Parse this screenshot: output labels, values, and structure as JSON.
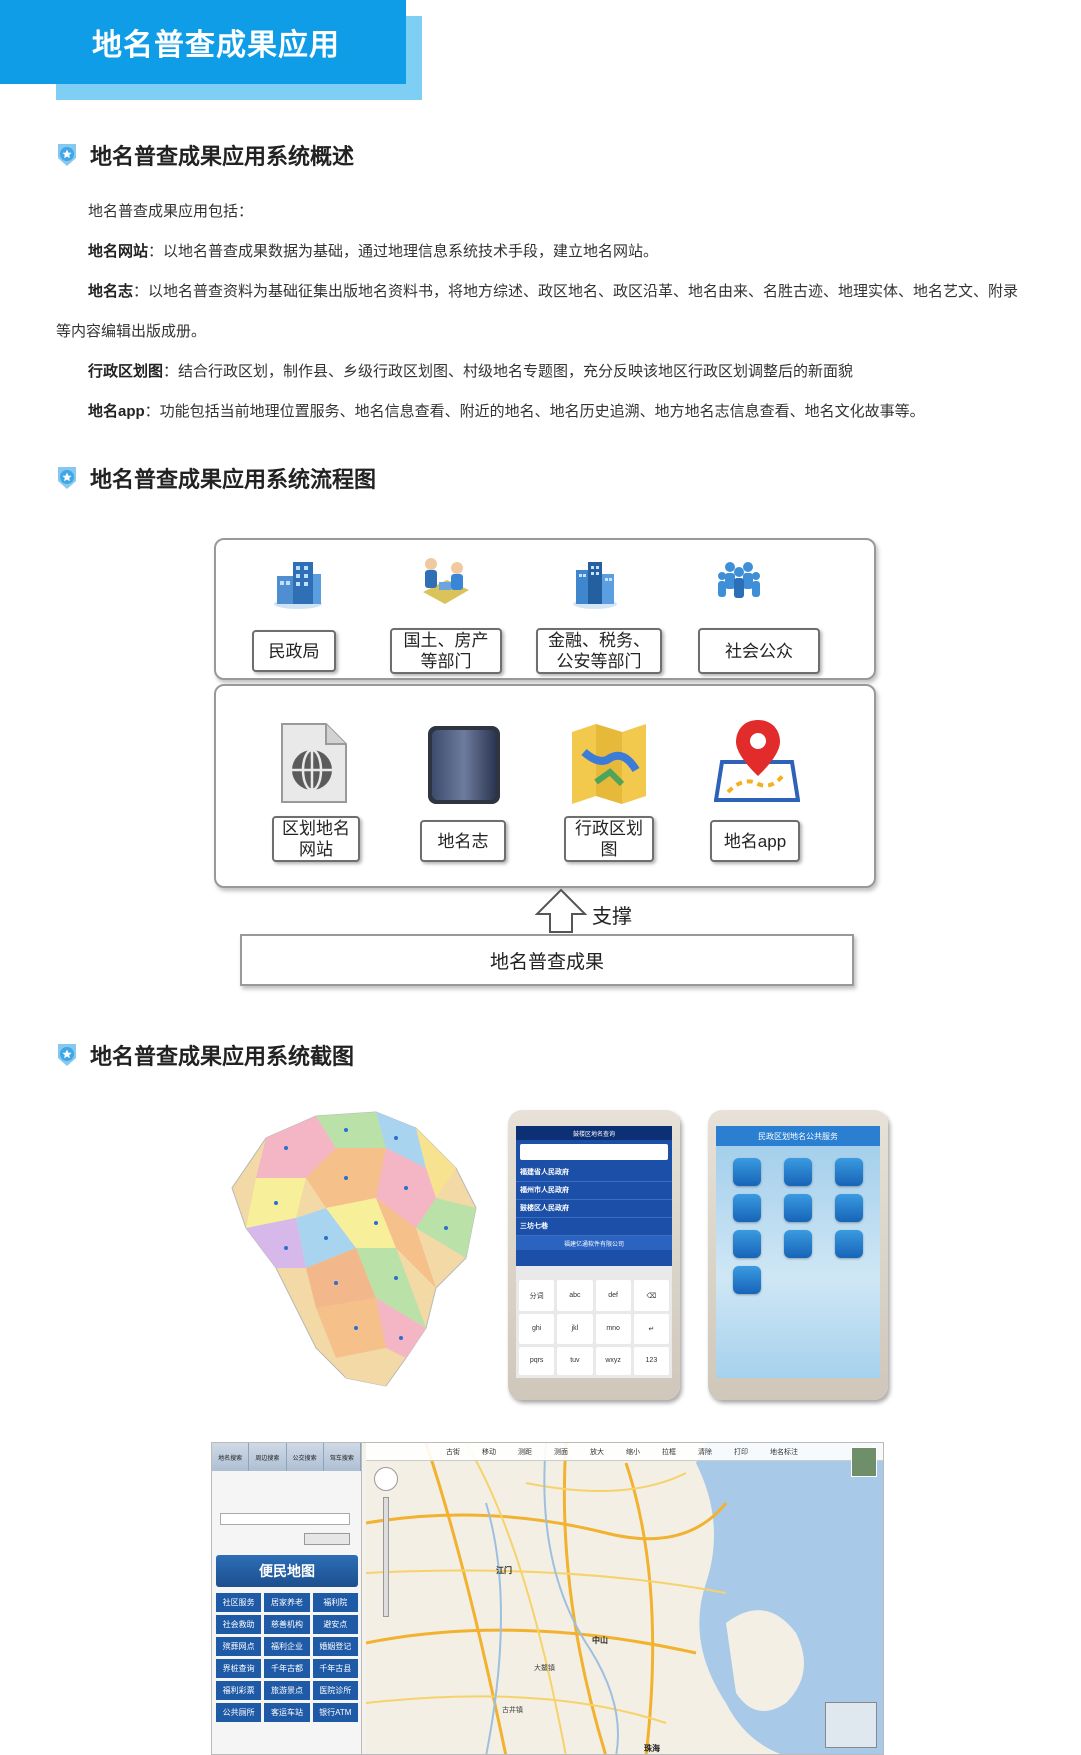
{
  "header": {
    "title": "地名普查成果应用"
  },
  "sections": {
    "overview": {
      "title": "地名普查成果应用系统概述"
    },
    "flow": {
      "title": "地名普查成果应用系统流程图"
    },
    "screens": {
      "title": "地名普查成果应用系统截图"
    }
  },
  "overview": {
    "intro": "地名普查成果应用包括：",
    "items": [
      {
        "term": "地名网站",
        "desc": "：以地名普查成果数据为基础，通过地理信息系统技术手段，建立地名网站。"
      },
      {
        "term": "地名志",
        "desc": "：以地名普查资料为基础征集出版地名资料书，将地方综述、政区地名、政区沿革、地名由来、名胜古迹、地理实体、地名艺文、附录",
        "desc_cont": "等内容编辑出版成册。"
      },
      {
        "term": "行政区划图",
        "desc": "：结合行政区划，制作县、乡级行政区划图、村级地名专题图，充分反映该地区行政区划调整后的新面貌"
      },
      {
        "term": "地名app",
        "desc": "：功能包括当前地理位置服务、地名信息查看、附近的地名、地名历史追溯、地方地名志信息查看、地名文化故事等。"
      }
    ]
  },
  "flowchart": {
    "users": [
      {
        "line1": "民政局",
        "line2": ""
      },
      {
        "line1": "国土、房产",
        "line2": "等部门"
      },
      {
        "line1": "金融、税务、",
        "line2": "公安等部门"
      },
      {
        "line1": "社会公众",
        "line2": ""
      }
    ],
    "products": [
      {
        "line1": "区划地名",
        "line2": "网站"
      },
      {
        "line1": "地名志",
        "line2": ""
      },
      {
        "line1": "行政区划",
        "line2": "图"
      },
      {
        "line1": "地名app",
        "line2": ""
      }
    ],
    "support_label": "支撑",
    "base_label": "地名普查成果"
  },
  "screenshots": {
    "phone1": {
      "title": "鼓楼区地名查询",
      "rows": [
        "福建省人民政府",
        "福州市人民政府",
        "鼓楼区人民政府",
        "三坊七巷"
      ],
      "footer": "福建亿通软件有限公司",
      "keys": [
        "分词",
        "abc",
        "def",
        "⌫",
        "ghi",
        "jkl",
        "mno",
        "↵",
        "pqrs",
        "tuv",
        "wxyz",
        "123"
      ]
    },
    "phone2": {
      "title": "民政区划地名公共服务"
    },
    "mapapp": {
      "tabs": [
        "地名搜索",
        "周边搜索",
        "公交搜索",
        "驾车搜索"
      ],
      "brand": "便民地图",
      "services": [
        "社区服务",
        "居家养老",
        "福利院",
        "社会救助",
        "慈善机构",
        "避安点",
        "殡葬网点",
        "福利企业",
        "婚姻登记",
        "界桩查询",
        "千年古都",
        "千年古县",
        "福利彩票",
        "旅游景点",
        "医院诊所",
        "公共厕所",
        "客运车站",
        "银行ATM"
      ],
      "toolbar": [
        "古街",
        "移动",
        "测距",
        "测面",
        "放大",
        "缩小",
        "拉框",
        "清除",
        "打印",
        "地名标注"
      ],
      "places": [
        "江门",
        "中山",
        "大鳌镇",
        "古井镇",
        "珠海"
      ]
    }
  },
  "colors": {
    "header_blue": "#0f9de8",
    "header_light": "#7fcef4",
    "accent": "#1b4fa8"
  }
}
